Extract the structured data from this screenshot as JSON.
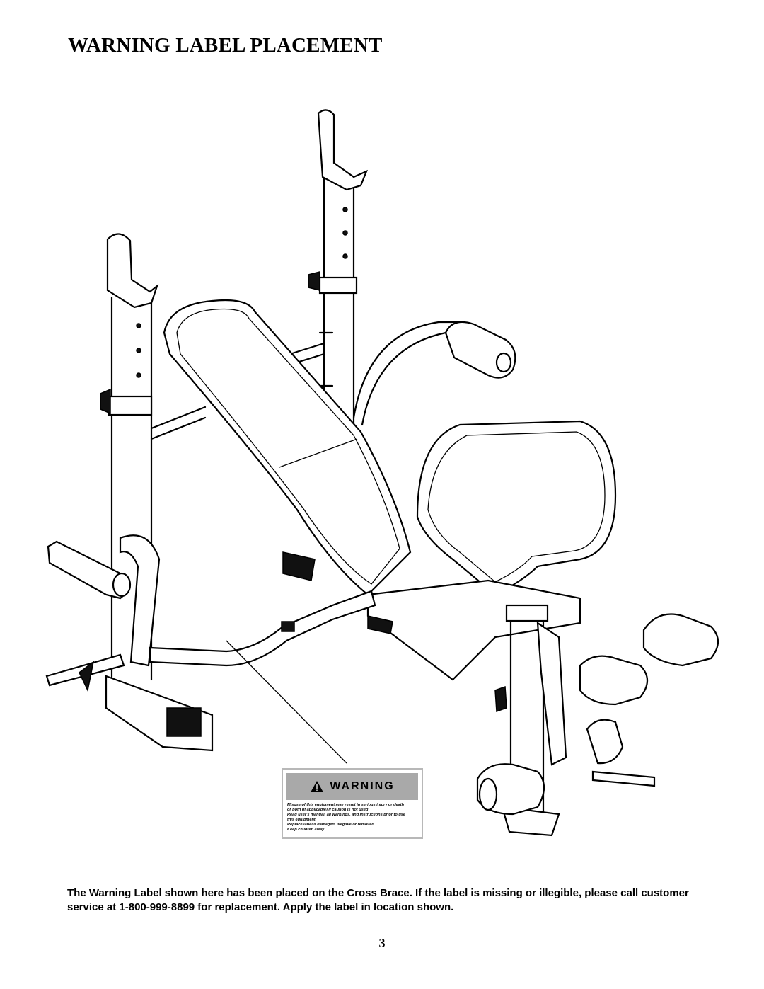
{
  "page": {
    "title": "WARNING LABEL PLACEMENT",
    "caption": "The Warning Label shown here has been placed on the Cross Brace. If the label is missing or illegible, please call customer service at 1-800-999-8899 for replacement.  Apply the label in location shown.",
    "page_number": "3"
  },
  "warning_label": {
    "heading": "WARNING",
    "lines": [
      "Misuse of this equipment may result in serious injury or death",
      "or both (if applicable) if caution is not used",
      "Read user's manual, all warnings, and instructions prior to use",
      "this equipment",
      "Replace label if damaged, illegible or removed",
      "Keep children away"
    ]
  }
}
